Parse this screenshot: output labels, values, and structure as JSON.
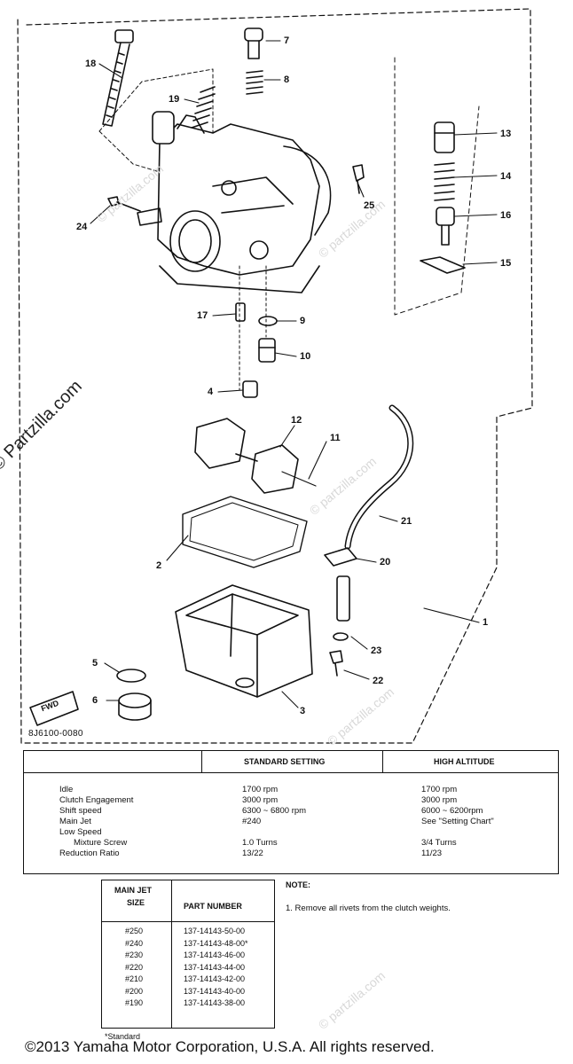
{
  "diagram": {
    "callouts": [
      "1",
      "2",
      "3",
      "4",
      "5",
      "6",
      "7",
      "8",
      "9",
      "10",
      "11",
      "12",
      "13",
      "14",
      "15",
      "16",
      "17",
      "18",
      "19",
      "20",
      "21",
      "22",
      "23",
      "24",
      "25"
    ],
    "drawing_code": "8J6100-0080",
    "fwd_label": "FWD",
    "watermark": "© Partzilla.com",
    "watermark_small": "© partzilla.com"
  },
  "settings": {
    "col_standard": "STANDARD SETTING",
    "col_high": "HIGH ALTITUDE",
    "rows": [
      {
        "label": "Idle",
        "standard": "1700 rpm",
        "high": "1700 rpm"
      },
      {
        "label": "Clutch Engagement",
        "standard": "3000 rpm",
        "high": "3000 rpm"
      },
      {
        "label": "Shift speed",
        "standard": "6300 ~ 6800 rpm",
        "high": "6000 ~ 6200rpm"
      },
      {
        "label": "Main Jet",
        "standard": "#240",
        "high": "See \"Setting Chart\""
      },
      {
        "label": "Low Speed",
        "standard": "",
        "high": ""
      },
      {
        "label": "Mixture Screw",
        "standard": "1.0 Turns",
        "high": "3/4 Turns"
      },
      {
        "label": "Reduction Ratio",
        "standard": "13/22",
        "high": "11/23"
      }
    ]
  },
  "jets": {
    "col_size_1": "MAIN JET",
    "col_size_2": "SIZE",
    "col_part": "PART NUMBER",
    "rows": [
      {
        "size": "#250",
        "part": "137-14143-50-00"
      },
      {
        "size": "#240",
        "part": "137-14143-48-00*"
      },
      {
        "size": "#230",
        "part": "137-14143-46-00"
      },
      {
        "size": "#220",
        "part": "137-14143-44-00"
      },
      {
        "size": "#210",
        "part": "137-14143-42-00"
      },
      {
        "size": "#200",
        "part": "137-14143-40-00"
      },
      {
        "size": "#190",
        "part": "137-14143-38-00"
      }
    ],
    "footnote": "*Standard"
  },
  "note": {
    "title": "NOTE:",
    "text": "1.  Remove all rivets from the clutch weights."
  },
  "copyright": "©2013 Yamaha Motor Corporation, U.S.A. All rights reserved."
}
